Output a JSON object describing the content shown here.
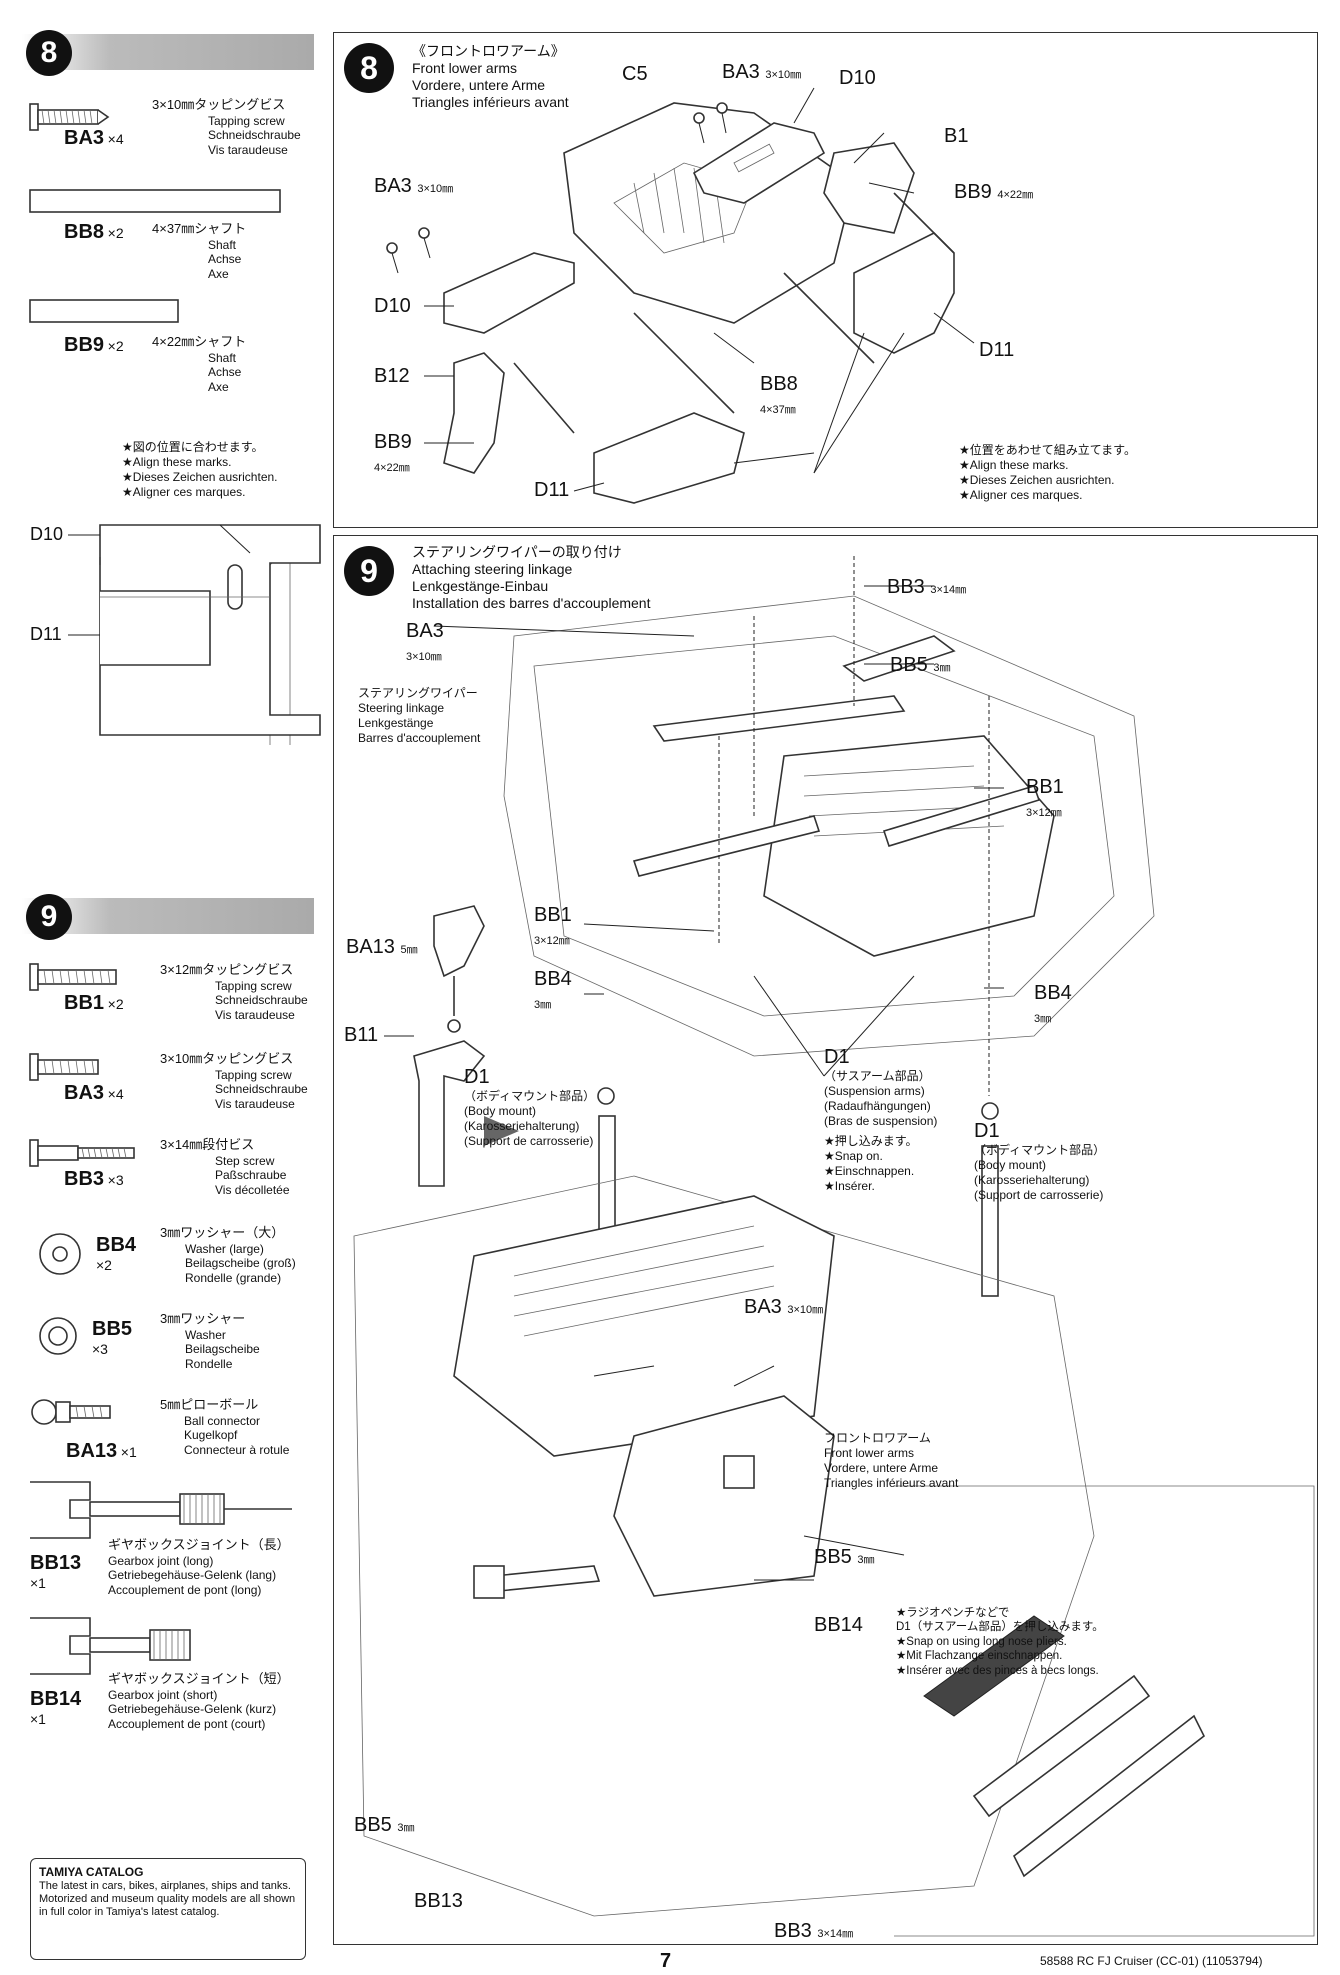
{
  "sidebar": {
    "step8": {
      "number": "8",
      "parts": [
        {
          "code": "BA3",
          "qty": "×4",
          "spec": "3×10㎜タッピングビス",
          "desc": [
            "Tapping screw",
            "Schneidschraube",
            "Vis taraudeuse"
          ],
          "icon": "screw-icon"
        },
        {
          "code": "BB8",
          "qty": "×2",
          "spec": "4×37㎜シャフト",
          "desc": [
            "Shaft",
            "Achse",
            "Axe"
          ],
          "icon": "shaft-icon"
        },
        {
          "code": "BB9",
          "qty": "×2",
          "spec": "4×22㎜シャフト",
          "desc": [
            "Shaft",
            "Achse",
            "Axe"
          ],
          "icon": "shaft-icon"
        }
      ],
      "align_note": [
        "★図の位置に合わせます。",
        "★Align these marks.",
        "★Dieses Zeichen ausrichten.",
        "★Aligner ces marques."
      ],
      "detail_labels": [
        "D10",
        "D11"
      ]
    },
    "step9": {
      "number": "9",
      "parts": [
        {
          "code": "BB1",
          "qty": "×2",
          "spec": "3×12㎜タッピングビス",
          "desc": [
            "Tapping screw",
            "Schneidschraube",
            "Vis taraudeuse"
          ],
          "icon": "screw-icon"
        },
        {
          "code": "BA3",
          "qty": "×4",
          "spec": "3×10㎜タッピングビス",
          "desc": [
            "Tapping screw",
            "Schneidschraube",
            "Vis taraudeuse"
          ],
          "icon": "screw-icon"
        },
        {
          "code": "BB3",
          "qty": "×3",
          "spec": "3×14㎜段付ビス",
          "desc": [
            "Step screw",
            "Paßschraube",
            "Vis décolletée"
          ],
          "icon": "step-screw-icon"
        },
        {
          "code": "BB4",
          "qty": "×2",
          "spec": "3㎜ワッシャー（大）",
          "desc": [
            "Washer (large)",
            "Beilagscheibe (groß)",
            "Rondelle (grande)"
          ],
          "icon": "washer-icon"
        },
        {
          "code": "BB5",
          "qty": "×3",
          "spec": "3㎜ワッシャー",
          "desc": [
            "Washer",
            "Beilagscheibe",
            "Rondelle"
          ],
          "icon": "washer-icon"
        },
        {
          "code": "BA13",
          "qty": "×1",
          "spec": "5㎜ピローボール",
          "desc": [
            "Ball connector",
            "Kugelkopf",
            "Connecteur à rotule"
          ],
          "icon": "ball-connector-icon"
        },
        {
          "code": "BB13",
          "qty": "×1",
          "spec": "ギヤボックスジョイント（長）",
          "desc": [
            "Gearbox joint (long)",
            "Getriebegehäuse-Gelenk (lang)",
            "Accouplement de pont (long)"
          ],
          "icon": "gearbox-joint-icon"
        },
        {
          "code": "BB14",
          "qty": "×1",
          "spec": "ギヤボックスジョイント（短）",
          "desc": [
            "Gearbox joint (short)",
            "Getriebegehäuse-Gelenk (kurz)",
            "Accouplement de pont (court)"
          ],
          "icon": "gearbox-joint-icon"
        }
      ]
    },
    "catalog": {
      "title": "TAMIYA CATALOG",
      "body": "The latest in cars, bikes, airplanes, ships and tanks. Motorized and museum quality models are all shown in full color in Tamiya's latest catalog."
    }
  },
  "panel8": {
    "number": "8",
    "title": [
      "《フロントロワアーム》",
      "Front lower arms",
      "Vordere, untere Arme",
      "Triangles inférieurs avant"
    ],
    "labels": {
      "C5": "C5",
      "BA3_top": "BA3",
      "BA3_top_size": "3×10㎜",
      "D10_top": "D10",
      "B1": "B1",
      "BB9_right": "BB9",
      "BB9_right_size": "4×22㎜",
      "BA3_left": "BA3",
      "BA3_left_size": "3×10㎜",
      "D10_left": "D10",
      "D11_right": "D11",
      "B12": "B12",
      "BB8": "BB8",
      "BB8_size": "4×37㎜",
      "BB9_left": "BB9",
      "BB9_left_size": "4×22㎜",
      "D11_bottom": "D11"
    },
    "align_note": [
      "★位置をあわせて組み立てます。",
      "★Align these marks.",
      "★Dieses Zeichen ausrichten.",
      "★Aligner ces marques."
    ]
  },
  "panel9": {
    "number": "9",
    "title": [
      "ステアリングワイパーの取り付け",
      "Attaching steering linkage",
      "Lenkgestänge-Einbau",
      "Installation des barres d'accouplement"
    ],
    "labels": {
      "BB3_top": "BB3",
      "BB3_top_size": "3×14㎜",
      "BA3": "BA3",
      "BA3_size": "3×10㎜",
      "BB5_top": "BB5",
      "BB5_top_size": "3㎜",
      "BB1_right": "BB1",
      "BB1_right_size": "3×12㎜",
      "BB1_mid": "BB1",
      "BB1_mid_size": "3×12㎜",
      "BA13": "BA13",
      "BA13_size": "5㎜",
      "BB4_left": "BB4",
      "BB4_left_size": "3㎜",
      "BB4_right": "BB4",
      "BB4_right_size": "3㎜",
      "B11": "B11",
      "D1_left": "D1",
      "D1_mid": "D1",
      "D1_right": "D1",
      "BA3_lower": "BA3",
      "BA3_lower_size": "3×10㎜",
      "BB5_mid": "BB5",
      "BB5_mid_size": "3㎜",
      "BB14": "BB14",
      "BB5_bottom": "BB5",
      "BB5_bottom_size": "3㎜",
      "BB13": "BB13",
      "BB3_bottom": "BB3",
      "BB3_bottom_size": "3×14㎜"
    },
    "steering_note": [
      "ステアリングワイパー",
      "Steering linkage",
      "Lenkgestänge",
      "Barres d'accouplement"
    ],
    "d1_left_note": [
      "（ボディマウント部品）",
      "(Body mount)",
      "(Karosseriehalterung)",
      "(Support de carrosserie)"
    ],
    "d1_mid_note": [
      "（サスアーム部品）",
      "(Suspension arms)",
      "(Radaufhängungen)",
      "(Bras de suspension)"
    ],
    "snap_note": [
      "★押し込みます。",
      "★Snap on.",
      "★Einschnappen.",
      "★Insérer."
    ],
    "d1_right_note": [
      "（ボディマウント部品）",
      "(Body mount)",
      "(Karosseriehalterung)",
      "(Support de carrosserie)"
    ],
    "front_lower_note": [
      "フロントロワアーム",
      "Front lower arms",
      "Vordere, untere Arme",
      "Triangles inférieurs avant"
    ],
    "pliers_note": [
      "★ラジオペンチなどで",
      "D1（サスアーム部品）を押し込みます。",
      "★Snap on using long nose pliers.",
      "★Mit Flachzange einschnappen.",
      "★Insérer avec des pinces à becs longs."
    ]
  },
  "footer": {
    "page_number": "7",
    "product": "58588 RC FJ Cruiser (CC-01) (11053794)"
  }
}
